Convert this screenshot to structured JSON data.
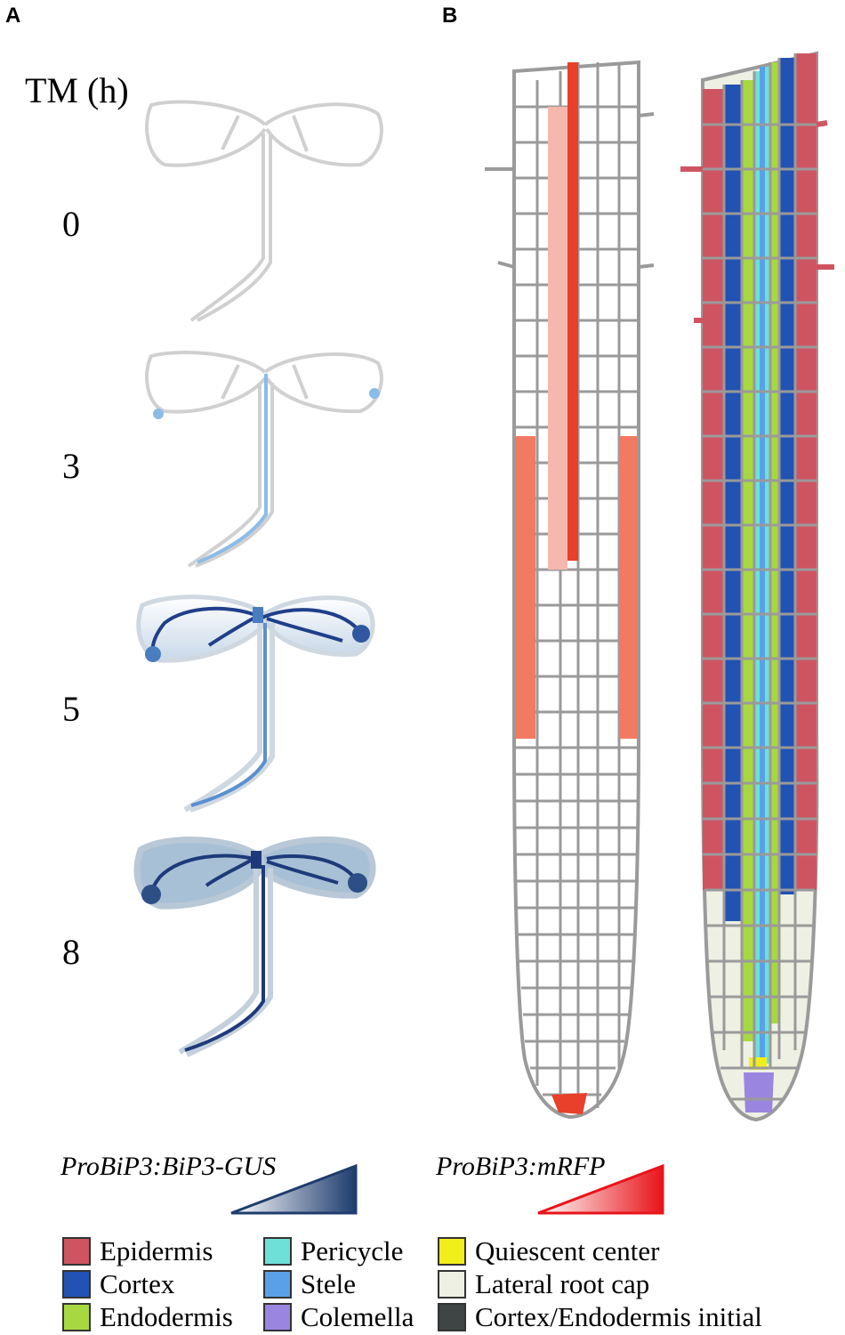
{
  "panels": {
    "a": "A",
    "b": "B"
  },
  "timecourse": {
    "title": "TM (h)",
    "timepoints": [
      "0",
      "3",
      "5",
      "8"
    ]
  },
  "gradients": {
    "gus": "ProBiP3:BiP3-GUS",
    "mrfp": "ProBiP3:mRFP"
  },
  "legend": [
    {
      "label": "Epidermis",
      "color": "#cf5462"
    },
    {
      "label": "Cortex",
      "color": "#2252b4"
    },
    {
      "label": "Endodermis",
      "color": "#a8d840"
    },
    {
      "label": "Pericycle",
      "color": "#6ee0d8"
    },
    {
      "label": "Stele",
      "color": "#5aa0e8"
    },
    {
      "label": "Colemella",
      "color": "#9a86e0"
    },
    {
      "label": "Quiescent center",
      "color": "#f2ee1a"
    },
    {
      "label": "Lateral root cap",
      "color": "#eef0e4"
    },
    {
      "label": "Cortex/Endodermis initial",
      "color": "#3f4444"
    }
  ]
}
